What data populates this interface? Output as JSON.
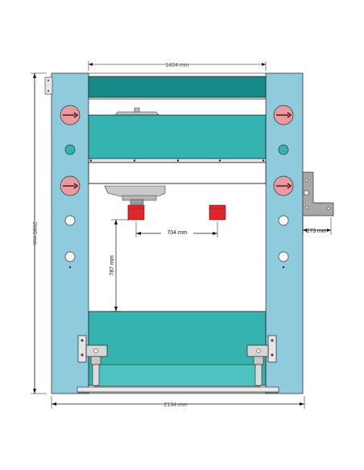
{
  "dimensions": {
    "top_width": "1424 mm",
    "bottom_width": "2134 mm",
    "left_height": "2980 mm",
    "daylight": "787 mm",
    "ram_spacing": "704 mm",
    "bracket_offset": "273 mm"
  },
  "colors": {
    "column": "#8ecbdc",
    "teal_dark": "#168a88",
    "teal_mid": "#35b3b0",
    "teal_light": "#4cc3c0",
    "ram_red": "#e0262c",
    "bolt_pink": "#e99aa0",
    "steel": "#b9b9b9",
    "outline": "#222222",
    "bracket": "#a8a8a8"
  }
}
